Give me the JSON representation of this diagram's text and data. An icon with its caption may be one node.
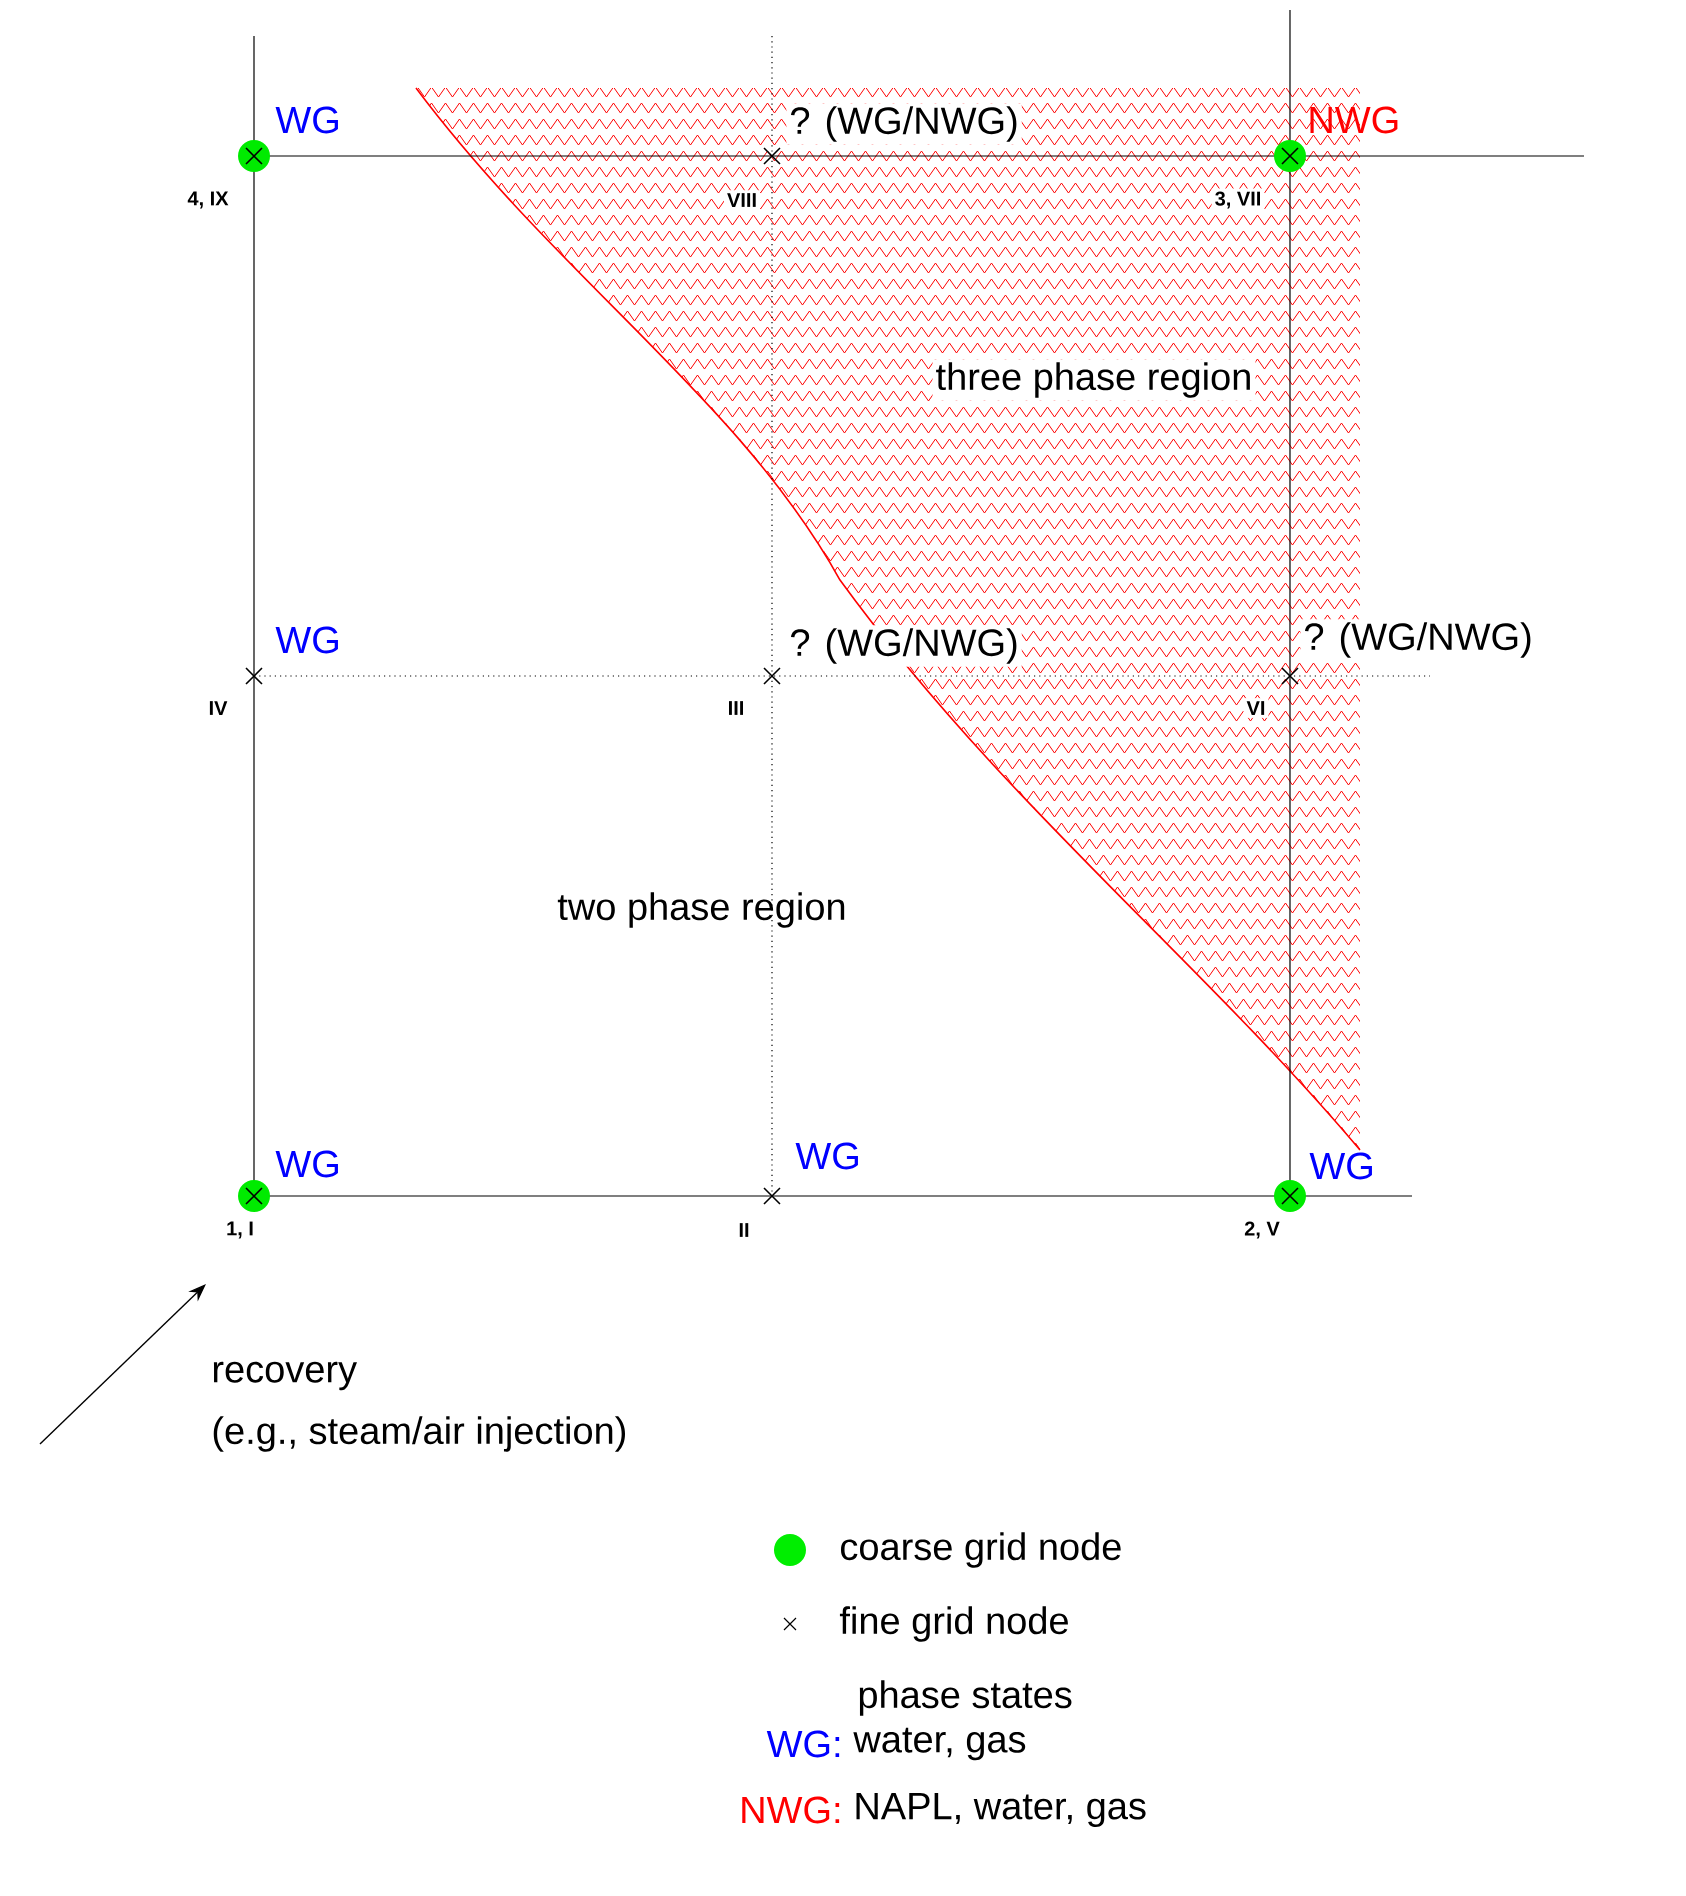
{
  "diagram": {
    "labels": [
      "WG",
      "? (WG/NWG)",
      "NWG",
      "4, IX",
      "VIII",
      "3, VII",
      "three phase region",
      "WG",
      "? (WG/NWG)",
      "? (WG/NWG)",
      "IV",
      "III",
      "VI",
      "two phase region",
      "WG",
      "WG",
      "WG",
      "1, I",
      "II",
      "2, V",
      "recovery",
      "(e.g., steam/air injection)",
      "phase states",
      "WG:",
      "water, gas",
      "NWG:",
      "NAPL, water, gas"
    ],
    "legend": [
      {
        "text": "coarse grid node",
        "color": "#00ee00"
      },
      {
        "text": "fine grid node"
      }
    ]
  }
}
